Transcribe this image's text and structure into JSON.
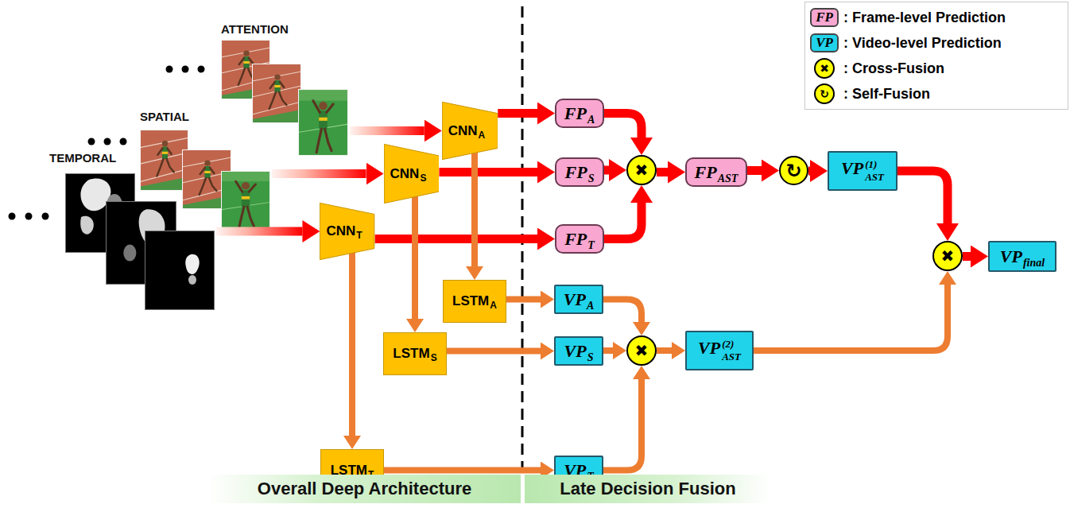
{
  "diagram": {
    "nodes": [
      {
        "text": [
          "ATTENTION"
        ]
      },
      {
        "text": [
          "SPATIAL"
        ]
      },
      {
        "text": [
          "TEMPORAL"
        ]
      },
      {
        "text": [
          "CNN",
          "A"
        ]
      },
      {
        "text": [
          "CNN",
          "S"
        ]
      },
      {
        "text": [
          "CNN",
          "T"
        ]
      },
      {
        "text": [
          "LSTM",
          "A"
        ]
      },
      {
        "text": [
          "LSTM",
          "S"
        ]
      },
      {
        "text": [
          "LSTM",
          "T"
        ]
      },
      {
        "text": [
          "FP",
          "A"
        ]
      },
      {
        "text": [
          "FP",
          "S"
        ]
      },
      {
        "text": [
          "FP",
          "T"
        ]
      },
      {
        "text": [
          "✖"
        ]
      },
      {
        "text": [
          "FP",
          "AST"
        ]
      },
      {
        "text": [
          "↻"
        ]
      },
      {
        "text": [
          "VP",
          "(1)",
          "AST"
        ]
      },
      {
        "text": [
          "VP",
          "A"
        ]
      },
      {
        "text": [
          "VP",
          "S"
        ]
      },
      {
        "text": [
          "VP",
          "T"
        ]
      },
      {
        "text": [
          "✖"
        ]
      },
      {
        "text": [
          "VP",
          "(2)",
          "AST"
        ]
      },
      {
        "text": [
          "✖"
        ]
      },
      {
        "text": [
          "VP",
          "final"
        ]
      },
      {
        "text": [
          "Overall Deep Architecture"
        ]
      },
      {
        "text": [
          "Late Decision Fusion"
        ]
      }
    ],
    "edges": [
      {
        "from": 0,
        "to": 3,
        "arrow": "to"
      },
      {
        "from": 1,
        "to": 4,
        "arrow": "to"
      },
      {
        "from": 2,
        "to": 5,
        "arrow": "to"
      },
      {
        "from": 3,
        "to": 9,
        "arrow": "to"
      },
      {
        "from": 4,
        "to": 10,
        "arrow": "to"
      },
      {
        "from": 5,
        "to": 11,
        "arrow": "to"
      },
      {
        "from": 3,
        "to": 6,
        "arrow": "to"
      },
      {
        "from": 4,
        "to": 7,
        "arrow": "to"
      },
      {
        "from": 5,
        "to": 8,
        "arrow": "to"
      },
      {
        "from": 9,
        "to": 12,
        "arrow": "to"
      },
      {
        "from": 10,
        "to": 12,
        "arrow": "to"
      },
      {
        "from": 11,
        "to": 12,
        "arrow": "to"
      },
      {
        "from": 12,
        "to": 13,
        "arrow": "to"
      },
      {
        "from": 13,
        "to": 14,
        "arrow": "to"
      },
      {
        "from": 14,
        "to": 15,
        "arrow": "to"
      },
      {
        "from": 15,
        "to": 21,
        "arrow": "to"
      },
      {
        "from": 6,
        "to": 16,
        "arrow": "to"
      },
      {
        "from": 7,
        "to": 17,
        "arrow": "to"
      },
      {
        "from": 8,
        "to": 18,
        "arrow": "to"
      },
      {
        "from": 16,
        "to": 19,
        "arrow": "to"
      },
      {
        "from": 17,
        "to": 19,
        "arrow": "to"
      },
      {
        "from": 18,
        "to": 19,
        "arrow": "to"
      },
      {
        "from": 19,
        "to": 20,
        "arrow": "to"
      },
      {
        "from": 20,
        "to": 21,
        "arrow": "to"
      },
      {
        "from": 21,
        "to": 22,
        "arrow": "to"
      }
    ],
    "labels": [
      "FP",
      "VP",
      "✖",
      "↻"
    ],
    "legend": [
      {
        "text": ": Frame-level Prediction",
        "color": "#f9a7d0"
      },
      {
        "text": ": Video-level Prediction",
        "color": "#20d3ea"
      },
      {
        "text": ": Cross-Fusion"
      },
      {
        "text": ": Self-Fusion"
      }
    ]
  }
}
